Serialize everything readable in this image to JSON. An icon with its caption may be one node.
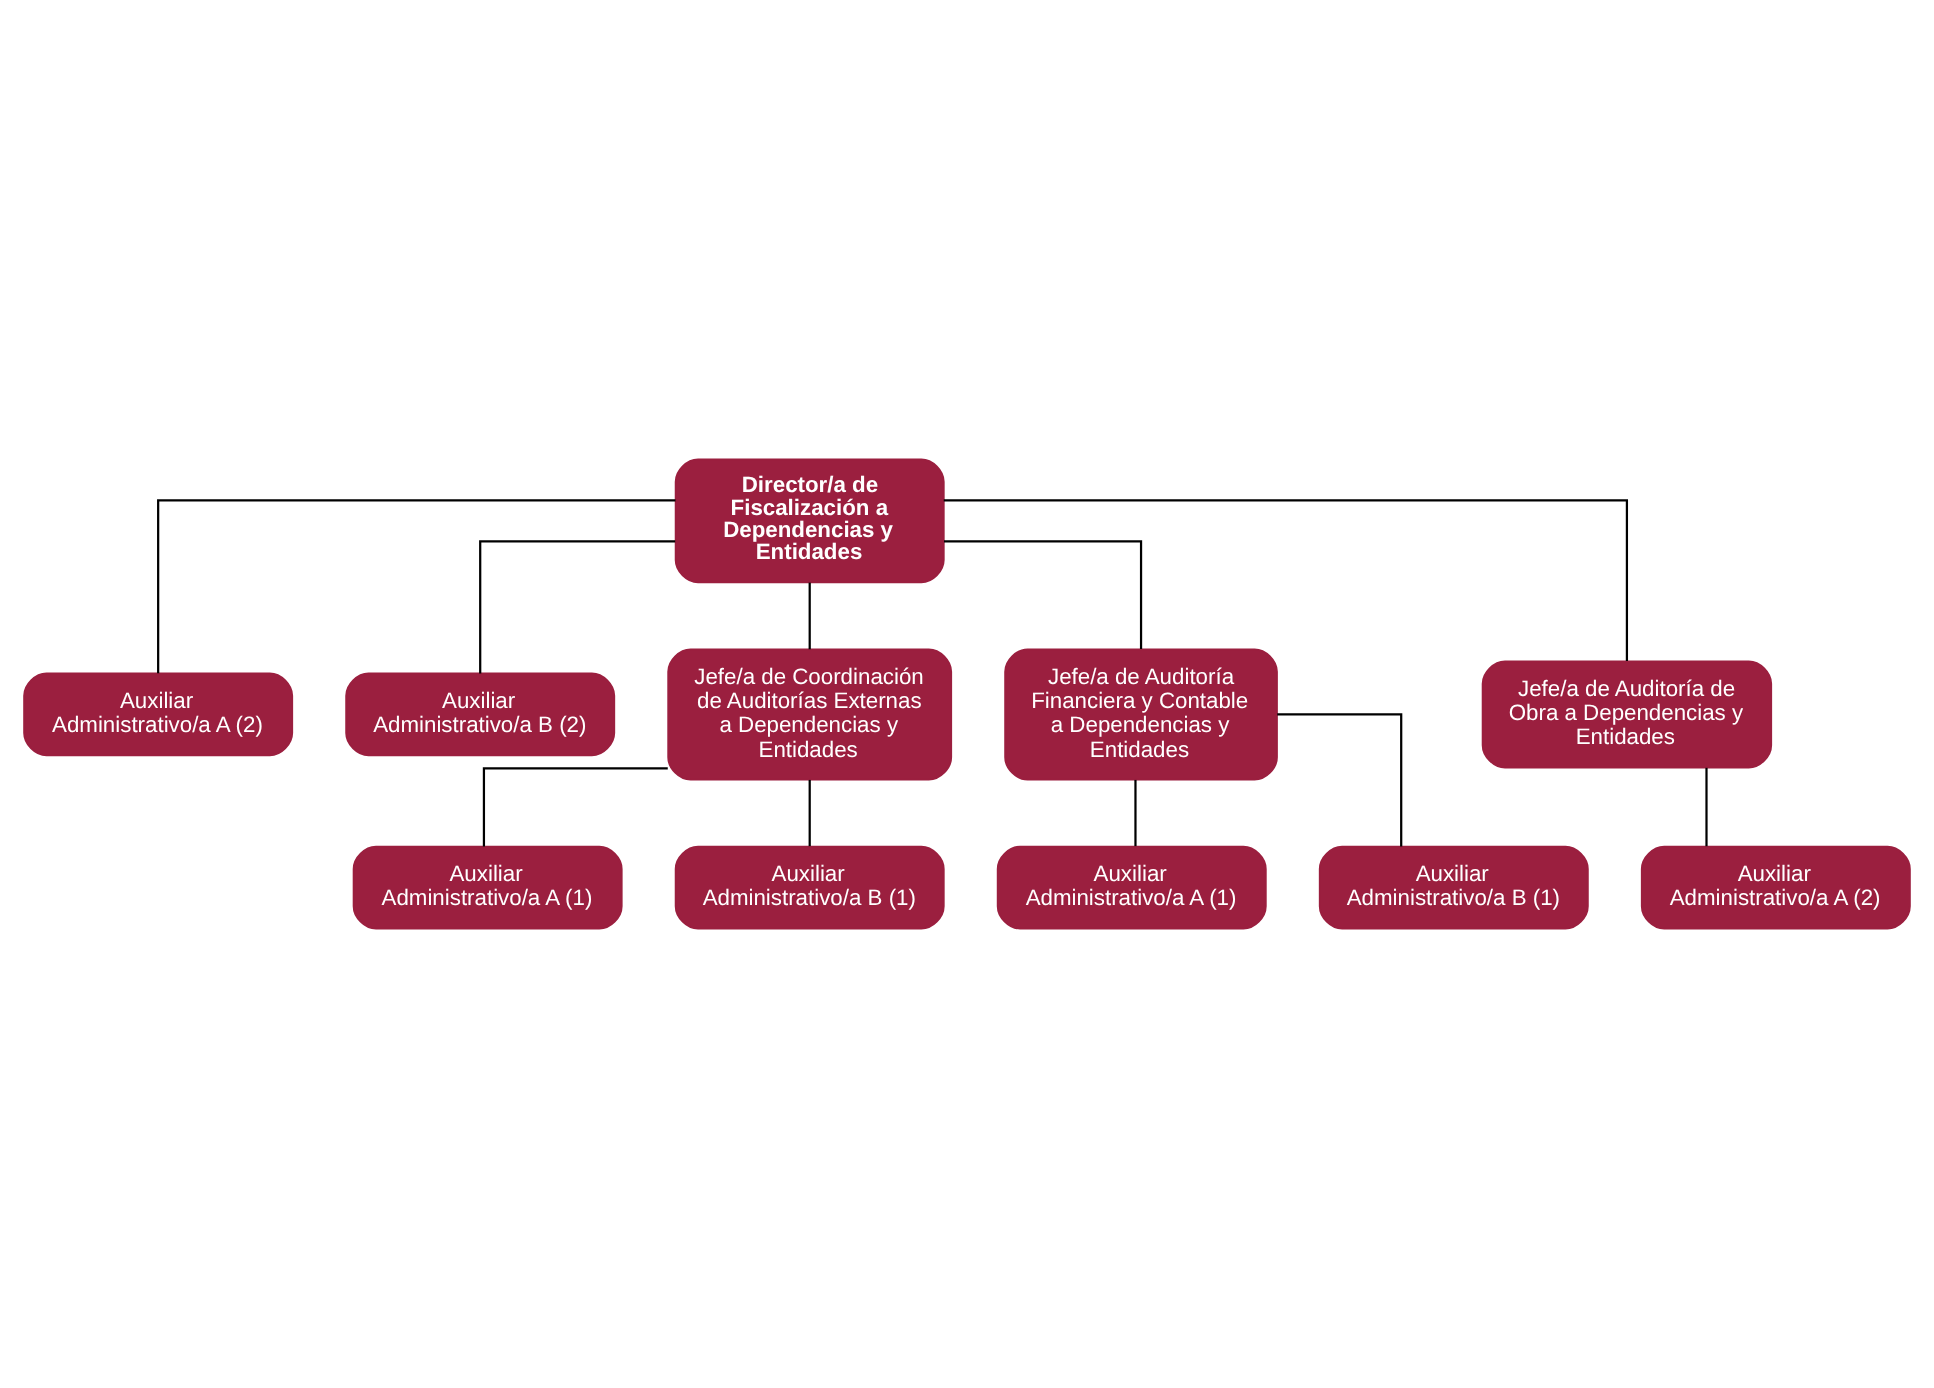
{
  "diagram": {
    "nodes": [
      {
        "text": [
          "Director/a de Fiscalización a Dependencias y Entidades"
        ]
      },
      {
        "text": [
          "Auxiliar Administrativo/a A (2)"
        ]
      },
      {
        "text": [
          "Auxiliar Administrativo/a B (2)"
        ]
      },
      {
        "text": [
          "Jefe/a de Coordinación de Auditorías Externas a Dependencias y Entidades"
        ]
      },
      {
        "text": [
          "Jefe/a de Auditoría Financiera y Contable a Dependencias y Entidades"
        ]
      },
      {
        "text": [
          "Jefe/a de Auditoría de Obra a Dependencias y Entidades"
        ]
      },
      {
        "text": [
          "Auxiliar Administrativo/a A (1)"
        ]
      },
      {
        "text": [
          "Auxiliar Administrativo/a B (1)"
        ]
      },
      {
        "text": [
          "Auxiliar Administrativo/a A (1)"
        ]
      },
      {
        "text": [
          "Auxiliar Administrativo/a B (1)"
        ]
      },
      {
        "text": [
          "Auxiliar Administrativo/a A (2)"
        ]
      }
    ],
    "edges": [
      {
        "from": 0,
        "to": 1,
        "arrow": "none"
      },
      {
        "from": 0,
        "to": 2,
        "arrow": "none"
      },
      {
        "from": 0,
        "to": 3,
        "arrow": "none"
      },
      {
        "from": 0,
        "to": 4,
        "arrow": "none"
      },
      {
        "from": 0,
        "to": 5,
        "arrow": "none"
      },
      {
        "from": 3,
        "to": 6,
        "arrow": "none"
      },
      {
        "from": 3,
        "to": 7,
        "arrow": "none"
      },
      {
        "from": 4,
        "to": 8,
        "arrow": "none"
      },
      {
        "from": 4,
        "to": 9,
        "arrow": "none"
      },
      {
        "from": 5,
        "to": 10,
        "arrow": "none"
      }
    ]
  }
}
